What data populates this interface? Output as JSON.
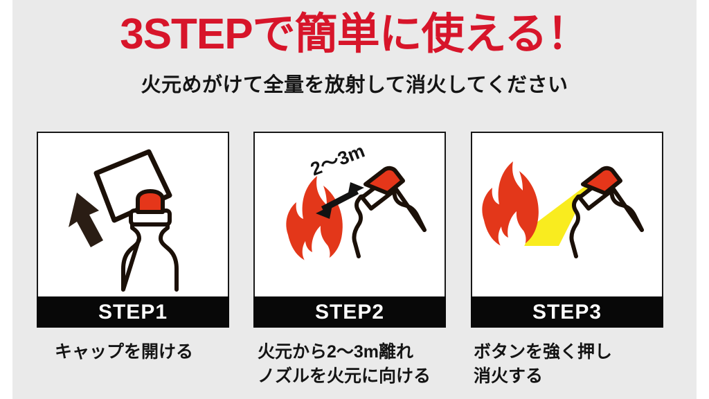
{
  "theme": {
    "background": "#eaeaea",
    "page_edge": "#ffffff",
    "title_red": "#d7152a",
    "text_black": "#141414",
    "bar_black": "#080808",
    "flame_red": "#e3371a",
    "cap_red": "#e5361a",
    "spray_yellow": "#f9ec1f",
    "outline": "#1b1008"
  },
  "header": {
    "title": "3STEPで簡単に使える！",
    "subtitle": "火元めがけて全量を放射して消火してください"
  },
  "steps": [
    {
      "id": "step-1",
      "bar_label": "STEP1",
      "caption": "キャップを開ける",
      "icons": [
        "cap-icon",
        "up-arrow-icon",
        "spray-bottle-icon"
      ]
    },
    {
      "id": "step-2",
      "bar_label": "STEP2",
      "caption": "火元から2〜3m離れ\nノズルを火元に向ける",
      "distance_label": "2〜3m",
      "icons": [
        "flame-icon",
        "double-arrow-icon",
        "spray-bottle-tilted-icon"
      ]
    },
    {
      "id": "step-3",
      "bar_label": "STEP3",
      "caption": "ボタンを強く押し\n消火する",
      "icons": [
        "flame-icon",
        "spray-cone-icon",
        "spray-bottle-tilted-icon"
      ]
    }
  ]
}
